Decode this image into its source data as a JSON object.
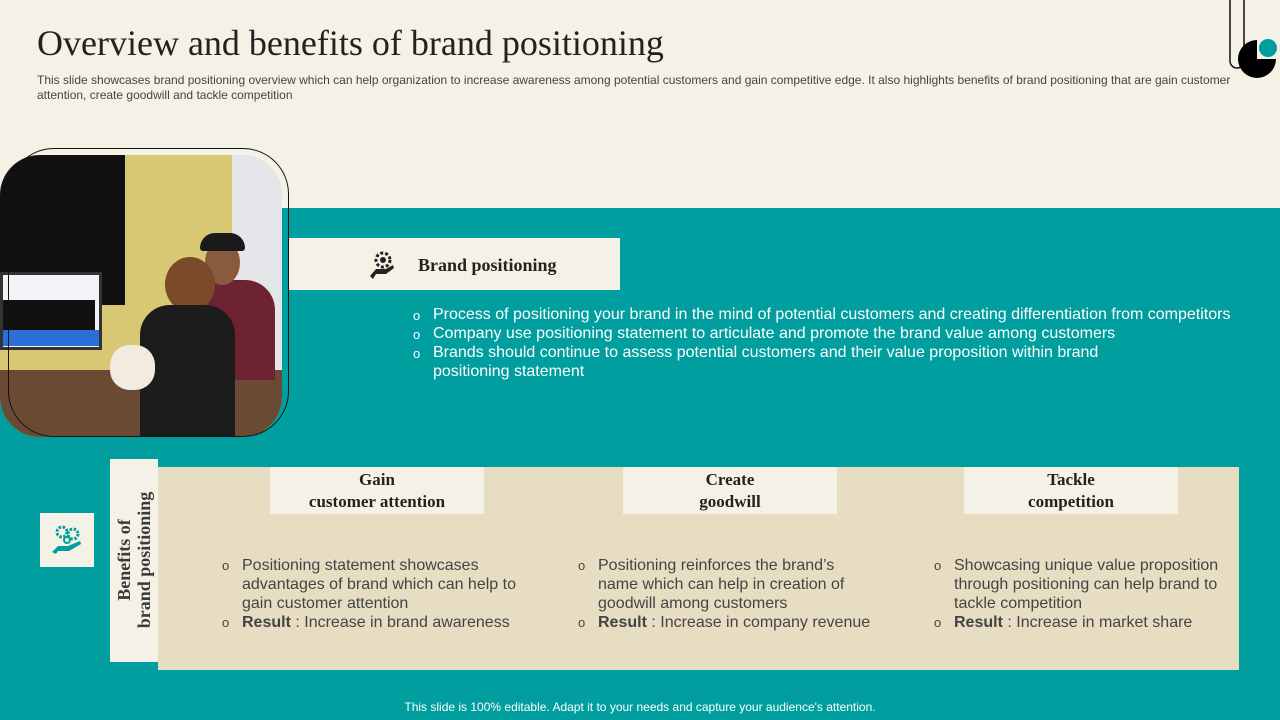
{
  "header": {
    "title": "Overview and benefits of brand positioning",
    "subtitle": "This slide showcases brand positioning overview which can help organization to increase awareness among potential customers and gain competitive edge. It also highlights benefits of brand positioning that are gain customer attention, create goodwill and tackle competition"
  },
  "brand_positioning": {
    "label": "Brand positioning",
    "icon": "hand-gear-icon",
    "bullets": [
      "Process of positioning your brand in the mind of potential customers and creating differentiation from competitors",
      "Company use positioning statement to articulate and promote the brand value among customers",
      "Brands should continue to assess potential customers and their value proposition within brand positioning statement"
    ]
  },
  "benefits": {
    "label_line1": "Benefits of",
    "label_line2": "brand positioning",
    "icon": "hand-gears-icon",
    "items": [
      {
        "title_line1": "Gain",
        "title_line2": "customer attention",
        "text": "Positioning statement showcases advantages of brand which can help to gain customer attention",
        "result_label": "Result",
        "result": " : Increase in brand awareness"
      },
      {
        "title_line1": "Create",
        "title_line2": "goodwill",
        "text": "Positioning reinforces the brand’s name which can help in creation of goodwill among customers",
        "result_label": "Result",
        "result": " : Increase in company revenue"
      },
      {
        "title_line1": "Tackle",
        "title_line2": "competition",
        "text": "Showcasing unique value proposition through positioning can help brand to tackle competition",
        "result_label": "Result",
        "result": " : Increase in market share"
      }
    ]
  },
  "footer": "This slide is 100% editable. Adapt it to your needs and capture your audience's attention.",
  "colors": {
    "teal": "#009e9e",
    "cream": "#f4f1e6",
    "beige": "#e6ddc3"
  }
}
